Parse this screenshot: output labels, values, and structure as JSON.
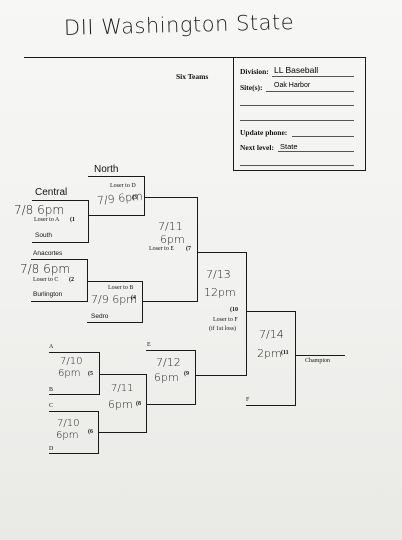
{
  "title": "DII Washington State",
  "teams_count_label": "Six Teams",
  "info": {
    "division_label": "Division:",
    "division_value": "LL Baseball",
    "sites_label": "Site(s):",
    "sites_value": "Oak Harbor",
    "update_phone_label": "Update phone:",
    "next_level_label": "Next level:",
    "next_level_value": "State"
  },
  "bracket": {
    "north_label": "North",
    "central_label": "Central",
    "game3": {
      "loser_note": "Loser to D",
      "time": "7/9 6pm",
      "number": "(3"
    },
    "game1": {
      "time": "7/8 6pm",
      "loser_note": "Loser to A",
      "number": "(1"
    },
    "south_label": "South",
    "anacortes_label": "Anacortes",
    "game2": {
      "time": "7/8 6pm",
      "loser_note": "Loser to C",
      "number": "(2"
    },
    "burlington_label": "Burlington",
    "game4": {
      "loser_note": "Loser to B",
      "time": "7/9 6pm",
      "number": "(4"
    },
    "sedro_label": "Sedro",
    "game7": {
      "date": "7/11",
      "time": "6pm",
      "loser_note": "Loser to E",
      "number": "(7"
    },
    "game10": {
      "date": "7/13",
      "time": "12pm",
      "number": "(10",
      "loser_note": "Loser to F",
      "condition": "(if 1st loss)"
    },
    "game11": {
      "date": "7/14",
      "time": "2pm",
      "number": "(11"
    },
    "champion_label": "Champion",
    "slot_a": "A",
    "slot_b": "B",
    "slot_c": "C",
    "slot_d": "D",
    "slot_e": "E",
    "slot_f": "F",
    "game5": {
      "date": "7/10",
      "time": "6pm",
      "number": "(5"
    },
    "game6": {
      "date": "7/10",
      "time": "6pm",
      "number": "(6"
    },
    "game8": {
      "date": "7/11",
      "time": "6pm",
      "number": "(8"
    },
    "game9": {
      "date": "7/12",
      "time": "6pm",
      "number": "(9"
    }
  }
}
